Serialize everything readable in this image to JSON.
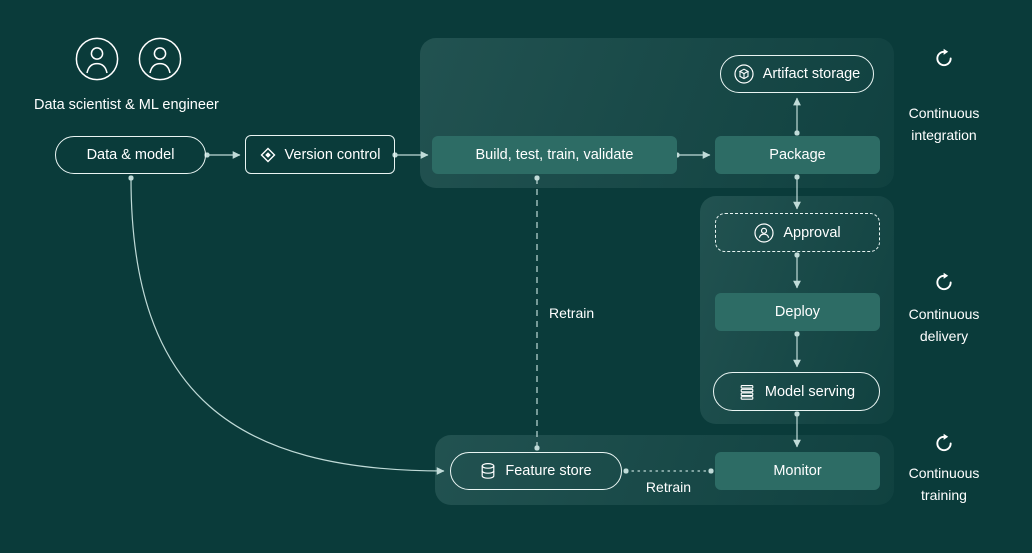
{
  "colors": {
    "bg": "#0a3b3a",
    "panel_a": "#a9d6d226",
    "panel_b": "#a9d6d20a",
    "node": "#2d6c65",
    "border": "#e9f5f3",
    "line": "#cfe8e5",
    "text": "#ffffff"
  },
  "actors": {
    "caption": "Data scientist & ML engineer",
    "icons": [
      "user-icon",
      "user-icon"
    ]
  },
  "nodes": {
    "data_model": {
      "label": "Data & model"
    },
    "version_control": {
      "label": "Version control",
      "icon": "version-control-icon"
    },
    "build": {
      "label": "Build, test, train, validate"
    },
    "package": {
      "label": "Package"
    },
    "artifact_storage": {
      "label": "Artifact storage",
      "icon": "artifact-package-icon"
    },
    "approval": {
      "label": "Approval",
      "icon": "person-icon"
    },
    "deploy": {
      "label": "Deploy"
    },
    "model_serving": {
      "label": "Model serving",
      "icon": "server-stack-icon"
    },
    "monitor": {
      "label": "Monitor"
    },
    "feature_store": {
      "label": "Feature store",
      "icon": "database-icon"
    }
  },
  "edge_labels": {
    "retrain_to_build": "Retrain",
    "retrain_to_feature_store": "Retrain"
  },
  "sections": {
    "ci": {
      "label": "Continuous integration",
      "icon": "sync-icon"
    },
    "cd": {
      "label": "Continuous delivery",
      "icon": "sync-icon"
    },
    "ct": {
      "label": "Continuous training",
      "icon": "sync-icon"
    }
  }
}
